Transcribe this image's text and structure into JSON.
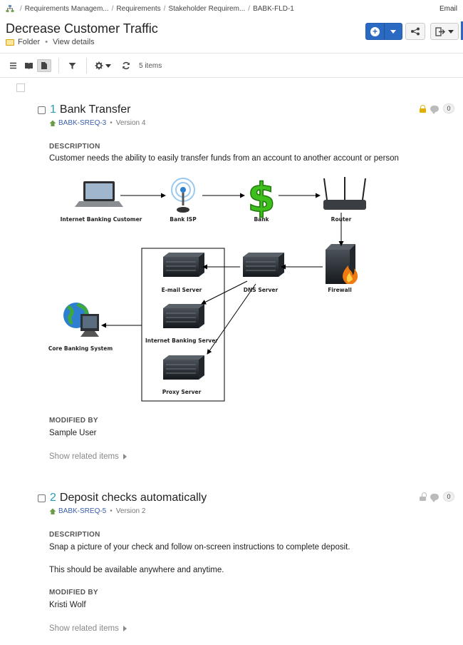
{
  "breadcrumb": {
    "items": [
      "Requirements Managem...",
      "Requirements",
      "Stakeholder Requirem...",
      "BABK-FLD-1"
    ]
  },
  "user_menu": "Email",
  "page": {
    "title": "Decrease Customer Traffic",
    "type": "Folder",
    "view_details": "View details"
  },
  "toolbar": {
    "items_count": "5 items"
  },
  "icons": {
    "home": "home-tree-icon",
    "folder": "folder-icon",
    "add": "plus-circle-icon",
    "relationships": "relationship-graph-icon",
    "export": "export-icon",
    "list_view": "list-icon",
    "book_view": "book-icon",
    "document_view": "document-icon",
    "filter": "filter-icon",
    "settings": "gear-icon",
    "refresh": "refresh-icon",
    "lock": "lock-icon",
    "comment": "comment-icon"
  },
  "colors": {
    "primary": "#2a6ac2",
    "item_number": "#2a9bb5",
    "link": "#3a5fa8",
    "lock_locked": "#e2b100",
    "lock_unlocked": "#bbbbbb"
  },
  "labels": {
    "description": "DESCRIPTION",
    "modified_by": "MODIFIED BY",
    "show_related": "Show related items"
  },
  "requirements": [
    {
      "number": "1",
      "title": "Bank Transfer",
      "code": "BABK-SREQ-3",
      "version": "Version 4",
      "locked": true,
      "comment_count": "0",
      "description": "Customer needs the ability to easily transfer funds from an account to another account or person",
      "modified_by": "Sample User",
      "diagram": {
        "nodes": [
          "Internet Banking Customer",
          "Bank ISP",
          "Bank",
          "Router",
          "Firewall",
          "DNS Server",
          "E-mail Server",
          "Internet Banking Server",
          "Proxy Server",
          "Core Banking System"
        ]
      }
    },
    {
      "number": "2",
      "title": "Deposit checks automatically",
      "code": "BABK-SREQ-5",
      "version": "Version 2",
      "locked": false,
      "comment_count": "0",
      "description": "Snap a picture of your check and follow on-screen instructions to complete deposit.",
      "description_2": "This should be available anywhere and anytime.",
      "modified_by": "Kristi Wolf"
    }
  ]
}
